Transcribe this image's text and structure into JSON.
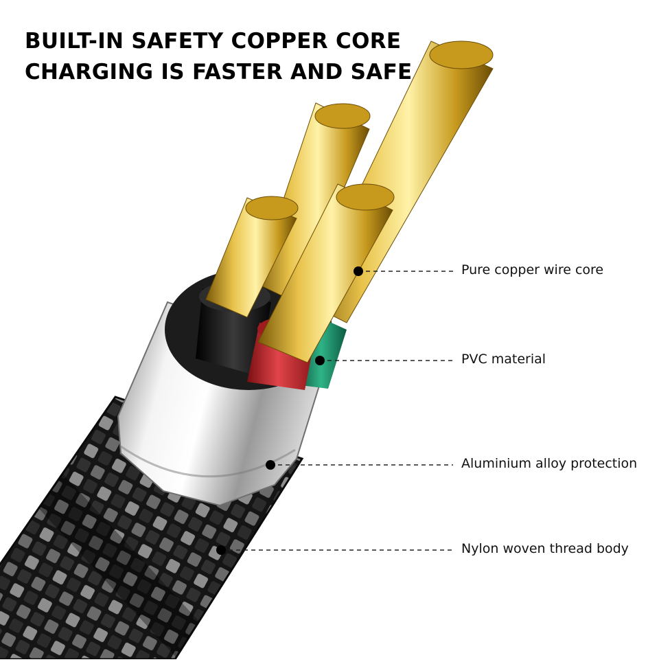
{
  "headline": {
    "line1": "BUILT-IN SAFETY COPPER CORE",
    "line2": "CHARGING IS FASTER AND SAFE"
  },
  "callouts": [
    {
      "label": "Pure copper wire core"
    },
    {
      "label": "PVC material"
    },
    {
      "label": "Aluminium alloy protection"
    },
    {
      "label": "Nylon woven thread body"
    }
  ],
  "colors": {
    "background": "#ffffff",
    "text": "#000000",
    "copper": "#c9a227",
    "sheath_red": "#c0282c",
    "sheath_black": "#111111",
    "sheath_green": "#1f8f6a",
    "aluminium": "#c8c8c8",
    "nylon_braid": "#1e1e1e"
  },
  "icons": [
    "callout-dot-icon",
    "copper-strand-icon"
  ]
}
